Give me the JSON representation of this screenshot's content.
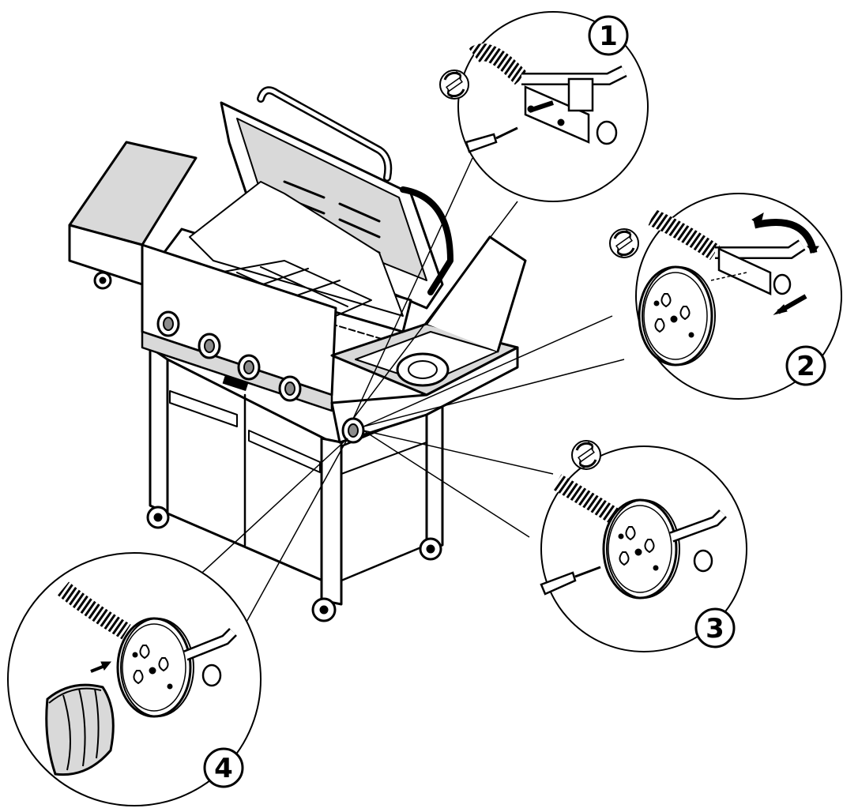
{
  "diagram": {
    "colors": {
      "ink": "#000000",
      "paper": "#ffffff",
      "shade": "#d9d9d9",
      "dark_shade": "#8c8c8c"
    },
    "brand_plate": "",
    "steps": [
      {
        "id": "1",
        "label": "1",
        "action_icon": "rotate-screw-icon",
        "content": "remove-screw-from-valve-bracket"
      },
      {
        "id": "2",
        "label": "2",
        "action_icon": "rotate-screw-icon",
        "content": "rotate-and-attach-bezel-to-valve"
      },
      {
        "id": "3",
        "label": "3",
        "action_icon": "rotate-screw-icon",
        "content": "tighten-screw-through-bezel"
      },
      {
        "id": "4",
        "label": "4",
        "action_icon": "",
        "content": "push-knob-onto-valve-stem"
      }
    ]
  }
}
